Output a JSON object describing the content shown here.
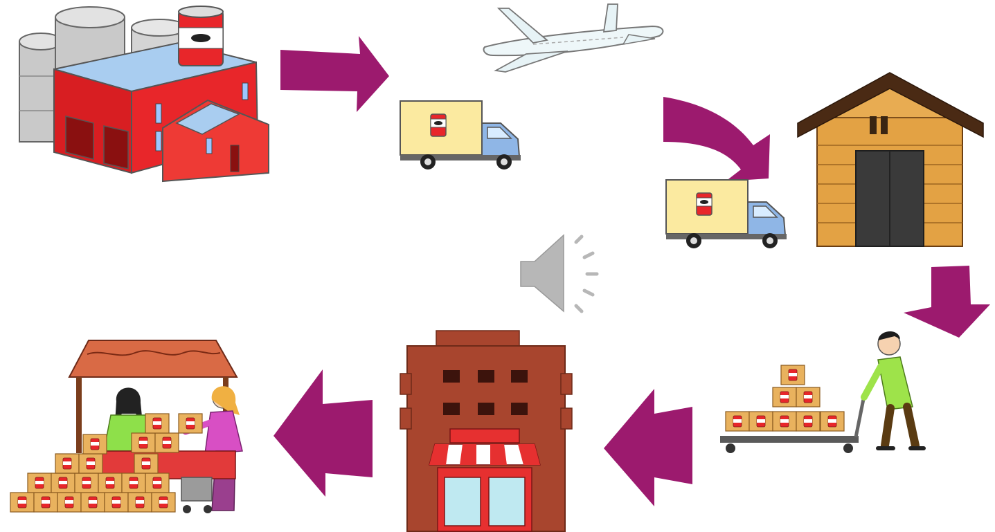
{
  "diagram": {
    "kind": "supply-chain-cycle",
    "steps": [
      {
        "name": "factory",
        "icon": "factory-icon"
      },
      {
        "name": "transport",
        "icon": "airplane-icon"
      },
      {
        "name": "transport-truck",
        "icon": "delivery-truck-icon"
      },
      {
        "name": "warehouse-truck",
        "icon": "delivery-truck-icon"
      },
      {
        "name": "warehouse",
        "icon": "warehouse-icon"
      },
      {
        "name": "handling",
        "icon": "pallet-cart-worker-icon"
      },
      {
        "name": "retail-store",
        "icon": "store-building-icon"
      },
      {
        "name": "market-stall",
        "icon": "market-stall-icon"
      }
    ],
    "connectors": [
      "arrow-right-icon",
      "arrow-curved-down-icon",
      "arrow-down-icon",
      "arrow-left-icon",
      "arrow-left-icon"
    ],
    "media": {
      "icon": "speaker-icon",
      "interactable": true
    }
  },
  "colors": {
    "arrow": "#9c1a6e",
    "factory_red": "#e8262a",
    "factory_roof": "#a9cdf0",
    "tank_gray": "#c9c9c9",
    "truck_box": "#fbeaa0",
    "truck_cab": "#8fb6e6",
    "warehouse_wood": "#e3a244",
    "warehouse_roof": "#4a2a14",
    "warehouse_door": "#3a3a3a",
    "store_brick": "#a8452e",
    "store_awning": "#e63030",
    "box_tan": "#e9b25e",
    "stall_roof": "#d96a45",
    "stall_table": "#e23a3a",
    "speaker_gray": "#b7b7b7"
  }
}
